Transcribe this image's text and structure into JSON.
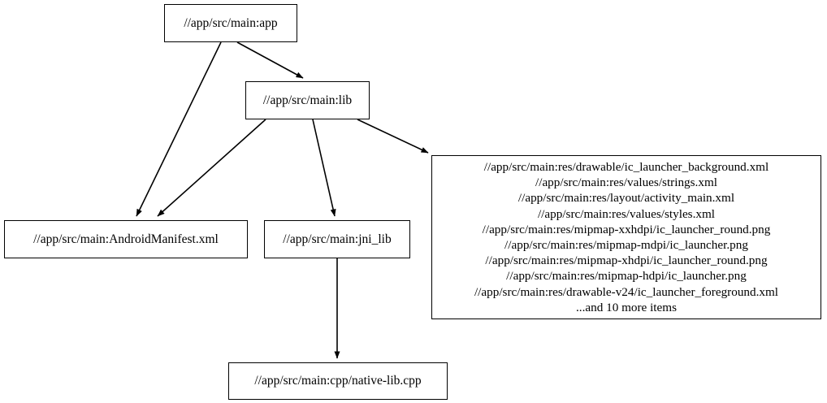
{
  "graph": {
    "title": "dependency-graph",
    "background_color": "#ffffff",
    "edge_color": "#000000",
    "node_border_color": "#000000",
    "node_fill_color": "#ffffff",
    "text_color": "#000000"
  },
  "nodes": {
    "app": {
      "id": "app",
      "label": "//app/src/main:app",
      "shape": "box"
    },
    "lib": {
      "id": "lib",
      "label": "//app/src/main:lib",
      "shape": "box"
    },
    "manifest": {
      "id": "manifest",
      "label": "//app/src/main:AndroidManifest.xml",
      "shape": "box"
    },
    "jni_lib": {
      "id": "jni_lib",
      "label": "//app/src/main:jni_lib",
      "shape": "box"
    },
    "native_lib_cpp": {
      "id": "native_lib_cpp",
      "label": "//app/src/main:cpp/native-lib.cpp",
      "shape": "box"
    },
    "resources": {
      "id": "resources",
      "shape": "box",
      "lines": [
        "//app/src/main:res/drawable/ic_launcher_background.xml",
        "//app/src/main:res/values/strings.xml",
        "//app/src/main:res/layout/activity_main.xml",
        "//app/src/main:res/values/styles.xml",
        "//app/src/main:res/mipmap-xxhdpi/ic_launcher_round.png",
        "//app/src/main:res/mipmap-mdpi/ic_launcher.png",
        "//app/src/main:res/mipmap-xhdpi/ic_launcher_round.png",
        "//app/src/main:res/mipmap-hdpi/ic_launcher.png",
        "//app/src/main:res/drawable-v24/ic_launcher_foreground.xml",
        "...and 10 more items"
      ],
      "overflow_text": "...and 10 more items",
      "overflow_count": 10,
      "label": "//app/src/main:res/drawable/ic_launcher_background.xml\n//app/src/main:res/values/strings.xml\n//app/src/main:res/layout/activity_main.xml\n//app/src/main:res/values/styles.xml\n//app/src/main:res/mipmap-xxhdpi/ic_launcher_round.png\n//app/src/main:res/mipmap-mdpi/ic_launcher.png\n//app/src/main:res/mipmap-xhdpi/ic_launcher_round.png\n//app/src/main:res/mipmap-hdpi/ic_launcher.png\n//app/src/main:res/drawable-v24/ic_launcher_foreground.xml\n...and 10 more items"
    }
  },
  "edges": [
    {
      "id": "app-to-lib",
      "from": "app",
      "to": "lib",
      "directed": true
    },
    {
      "id": "app-to-manifest",
      "from": "app",
      "to": "manifest",
      "directed": true
    },
    {
      "id": "lib-to-manifest",
      "from": "lib",
      "to": "manifest",
      "directed": true
    },
    {
      "id": "lib-to-jni-lib",
      "from": "lib",
      "to": "jni_lib",
      "directed": true
    },
    {
      "id": "lib-to-resources",
      "from": "lib",
      "to": "resources",
      "directed": true
    },
    {
      "id": "jni-lib-to-native-lib",
      "from": "jni_lib",
      "to": "native_lib_cpp",
      "directed": true
    }
  ]
}
